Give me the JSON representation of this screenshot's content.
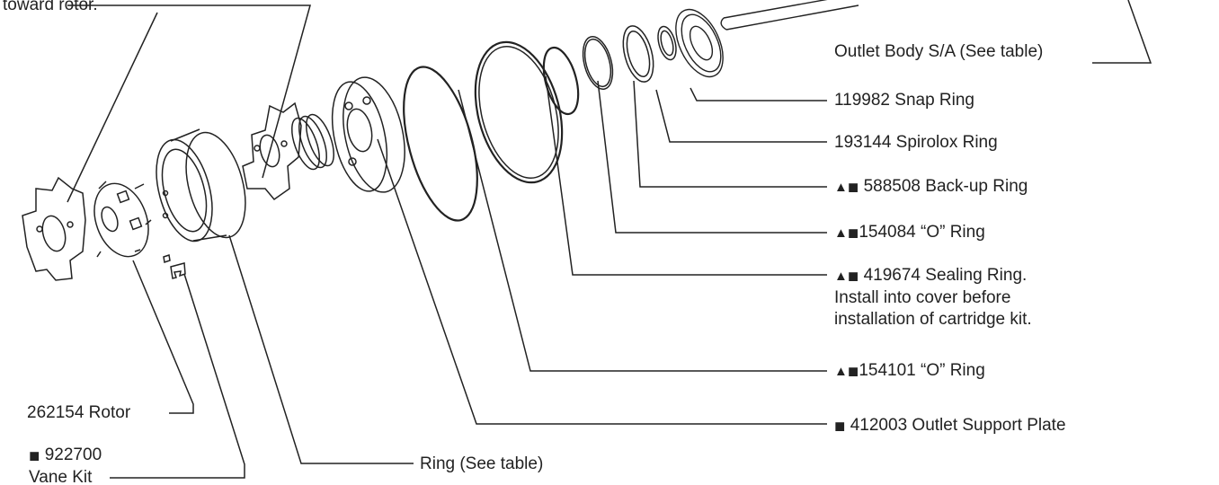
{
  "labels": {
    "toward_rotor": "toward rotor.",
    "outlet_body": "Outlet Body S/A (See table)",
    "snap_ring": "119982 Snap Ring",
    "spirolox_ring": "193144 Spirolox Ring",
    "backup_ring": {
      "marks": "▲◼",
      "text": " 588508 Back-up Ring"
    },
    "o_ring_154084": {
      "marks": "▲◼",
      "text": "154084 “O” Ring"
    },
    "sealing_ring": {
      "marks": "▲◼",
      "line1": " 419674 Sealing Ring.",
      "line2": "Install into cover before",
      "line3": "installation of cartridge kit."
    },
    "o_ring_154101": {
      "marks": "▲◼",
      "text": "154101 “O” Ring"
    },
    "outlet_support_plate": {
      "marks": "◼",
      "text": " 412003 Outlet Support Plate"
    },
    "rotor": "262154 Rotor",
    "vane_kit": {
      "marks": "◼",
      "line1": " 922700",
      "line2": "Vane Kit"
    },
    "ring_see_table": "Ring (See table)"
  },
  "colors": {
    "ink": "#222222",
    "paper": "#ffffff"
  }
}
